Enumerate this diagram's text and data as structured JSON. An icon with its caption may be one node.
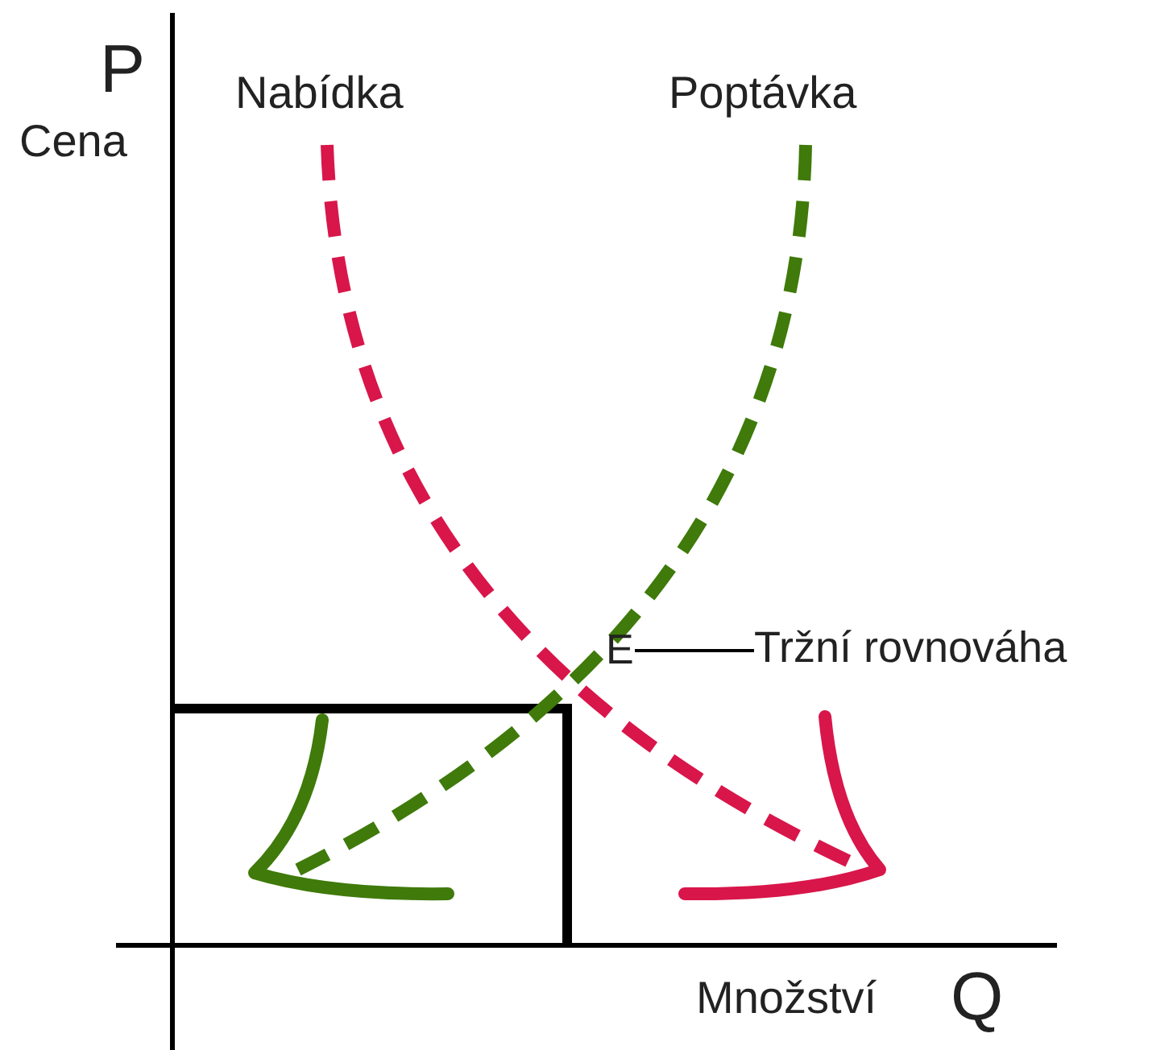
{
  "diagram": {
    "nodes": [
      {
        "text": [
          "Tržní rovnováha"
        ]
      },
      {
        "text": [
          "E"
        ]
      }
    ],
    "edges": [
      {
        "from": 0,
        "to": 1,
        "arrow": "none"
      }
    ],
    "labels": [
      "P",
      "Cena",
      "Nabídka",
      "Poptávka",
      "Množství",
      "Q"
    ]
  }
}
